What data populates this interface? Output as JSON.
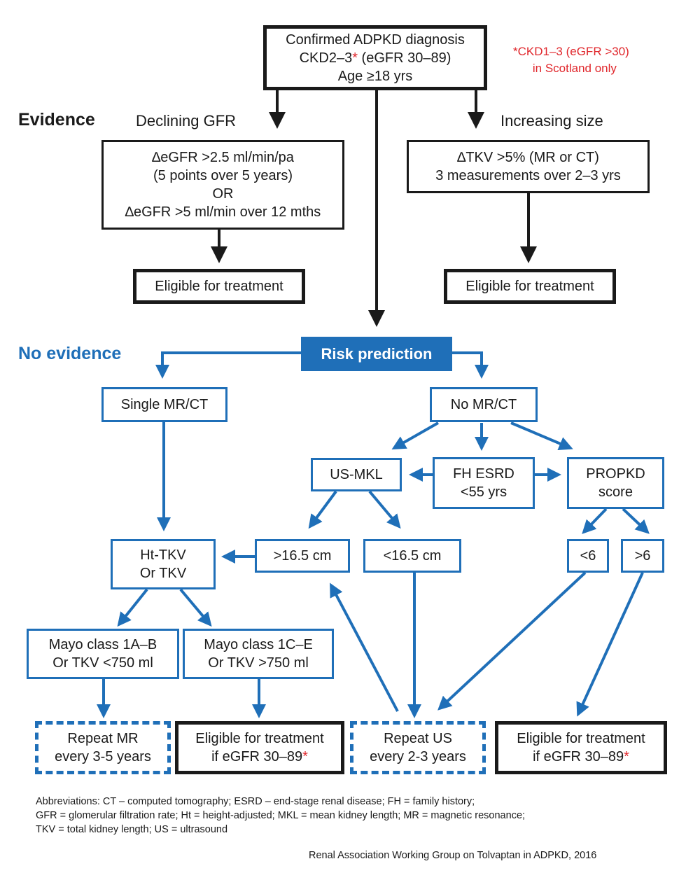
{
  "top": {
    "line1": "Confirmed ADPKD diagnosis",
    "line2a": "CKD2–3",
    "line2b": "*",
    "line2c": " (eGFR 30–89)",
    "line3": "Age ≥18 yrs"
  },
  "note": {
    "line1": "*CKD1–3 (eGFR >30)",
    "line2": "in Scotland only"
  },
  "evidence": {
    "heading": "Evidence",
    "left_label": "Declining GFR",
    "right_label": "Increasing size",
    "left_box": [
      "∆eGFR >2.5 ml/min/pa",
      "(5 points over 5 years)",
      "OR",
      "∆eGFR >5 ml/min over 12 mths"
    ],
    "right_box": [
      "∆TKV >5% (MR or CT)",
      "3 measurements over 2–3 yrs"
    ],
    "eligible_left": "Eligible for treatment",
    "eligible_right": "Eligible for treatment"
  },
  "no_evidence": {
    "heading": "No evidence",
    "risk": "Risk prediction",
    "single": "Single MR/CT",
    "nomr": "No MR/CT",
    "usmkl": "US-MKL",
    "fh": [
      "FH ESRD",
      "<55 yrs"
    ],
    "propkd": [
      "PROPKD",
      "score"
    ],
    "gt165": ">16.5 cm",
    "lt165": "<16.5 cm",
    "lt6": "<6",
    "gt6": ">6",
    "httkv": [
      "Ht-TKV",
      "Or TKV"
    ],
    "mayo1": [
      "Mayo class 1A–B",
      "Or TKV <750 ml"
    ],
    "mayo2": [
      "Mayo class 1C–E",
      "Or TKV >750 ml"
    ],
    "repeat_mr": [
      "Repeat MR",
      "every 3-5 years"
    ],
    "elig_a": [
      "Eligible for treatment",
      "if eGFR 30–89",
      "*"
    ],
    "repeat_us": [
      "Repeat US",
      "every 2-3 years"
    ],
    "elig_b": [
      "Eligible for treatment",
      "if eGFR 30–89",
      "*"
    ]
  },
  "footer": {
    "abbr1": "Abbreviations: CT – computed tomography; ESRD – end-stage renal disease; FH = family history;",
    "abbr2": "GFR = glomerular filtration rate; Ht = height-adjusted; MKL = mean kidney length; MR = magnetic resonance;",
    "abbr3": "TKV = total kidney length; US = ultrasound",
    "source": "Renal Association Working Group on Tolvaptan in ADPKD, 2016"
  },
  "colors": {
    "blue": "#1f6fb8",
    "black": "#1a1a1a",
    "red": "#e0262b"
  }
}
